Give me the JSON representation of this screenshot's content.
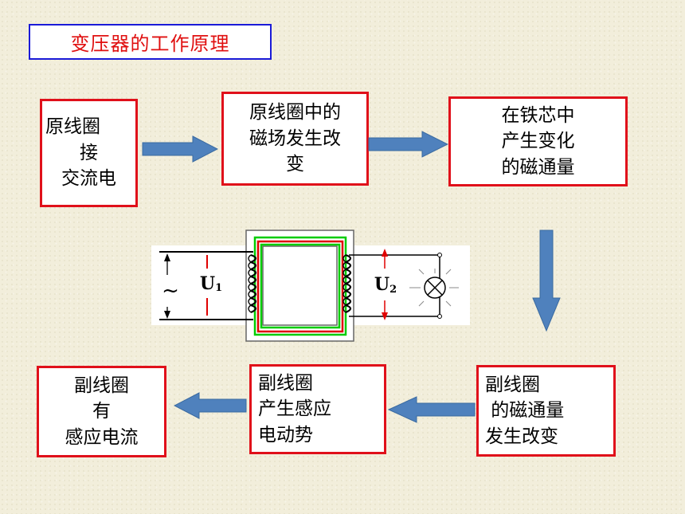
{
  "title": "变压器的工作原理",
  "boxes": {
    "b1": [
      "原线圈",
      "接",
      "交流电"
    ],
    "b2": [
      "原线圈中的",
      "磁场发生改",
      "变"
    ],
    "b3": [
      "在铁芯中",
      "产生变化",
      "的磁通量"
    ],
    "b4": [
      "副线圈",
      " 的磁通量",
      "发生改变"
    ],
    "b5": [
      "副线圈",
      "产生感应",
      "电动势"
    ],
    "b6": [
      "副线圈",
      "有",
      "感应电流"
    ]
  },
  "circuit": {
    "ac_symbol": "~",
    "u1_main": "U",
    "u1_sub": "1",
    "u2_main": "U",
    "u2_sub": "2"
  },
  "colors": {
    "box_border": "#e0101a",
    "title_border": "#1a1ad8",
    "title_text": "#e01010",
    "arrow_fill": "#4f81bd",
    "flux_red": "#e00000",
    "flux_green": "#00cc00"
  }
}
